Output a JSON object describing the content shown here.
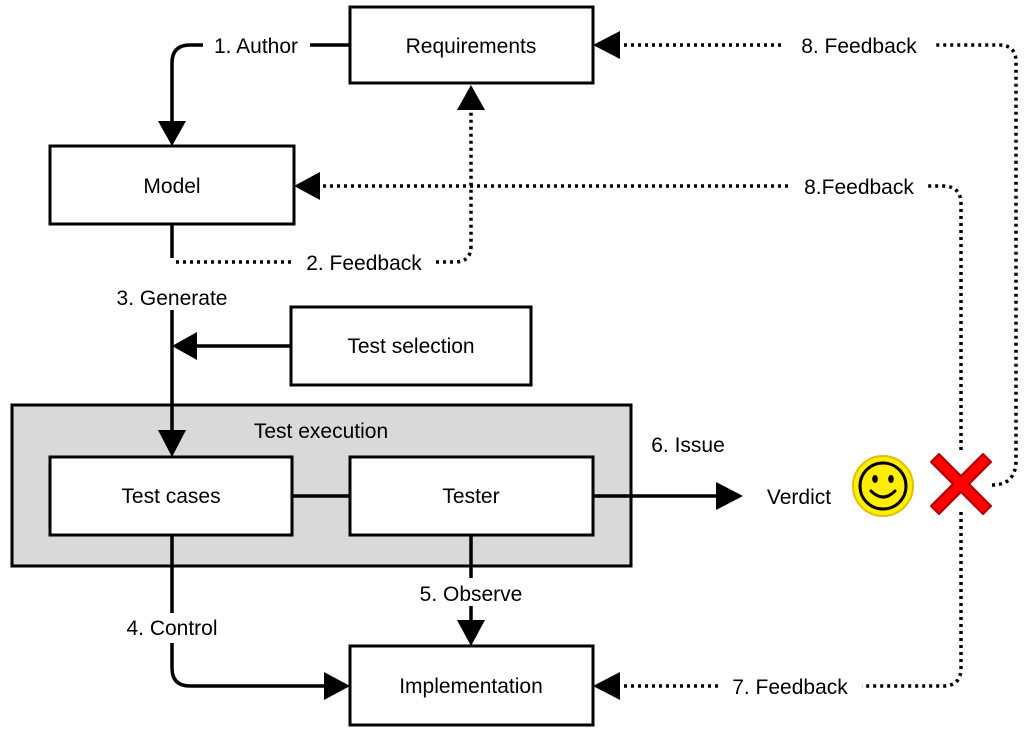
{
  "boxes": {
    "requirements": "Requirements",
    "model": "Model",
    "test_selection": "Test selection",
    "test_execution": "Test execution",
    "test_cases": "Test cases",
    "tester": "Tester",
    "implementation": "Implementation"
  },
  "edges": {
    "author": "1. Author",
    "feedback_2": "2. Feedback",
    "generate": "3. Generate",
    "control": "4. Control",
    "observe": "5. Observe",
    "issue": "6. Issue",
    "feedback_7": "7. Feedback",
    "feedback_8_top": "8. Feedback",
    "feedback_8_model": "8.Feedback"
  },
  "verdict": {
    "label": "Verdict",
    "pass_icon": "smiley-face-icon",
    "fail_icon": "red-x-icon"
  },
  "colors": {
    "container_fill": "#d9d9d9",
    "smiley_fill": "#ffee00",
    "cross_fill": "#ff0000"
  }
}
